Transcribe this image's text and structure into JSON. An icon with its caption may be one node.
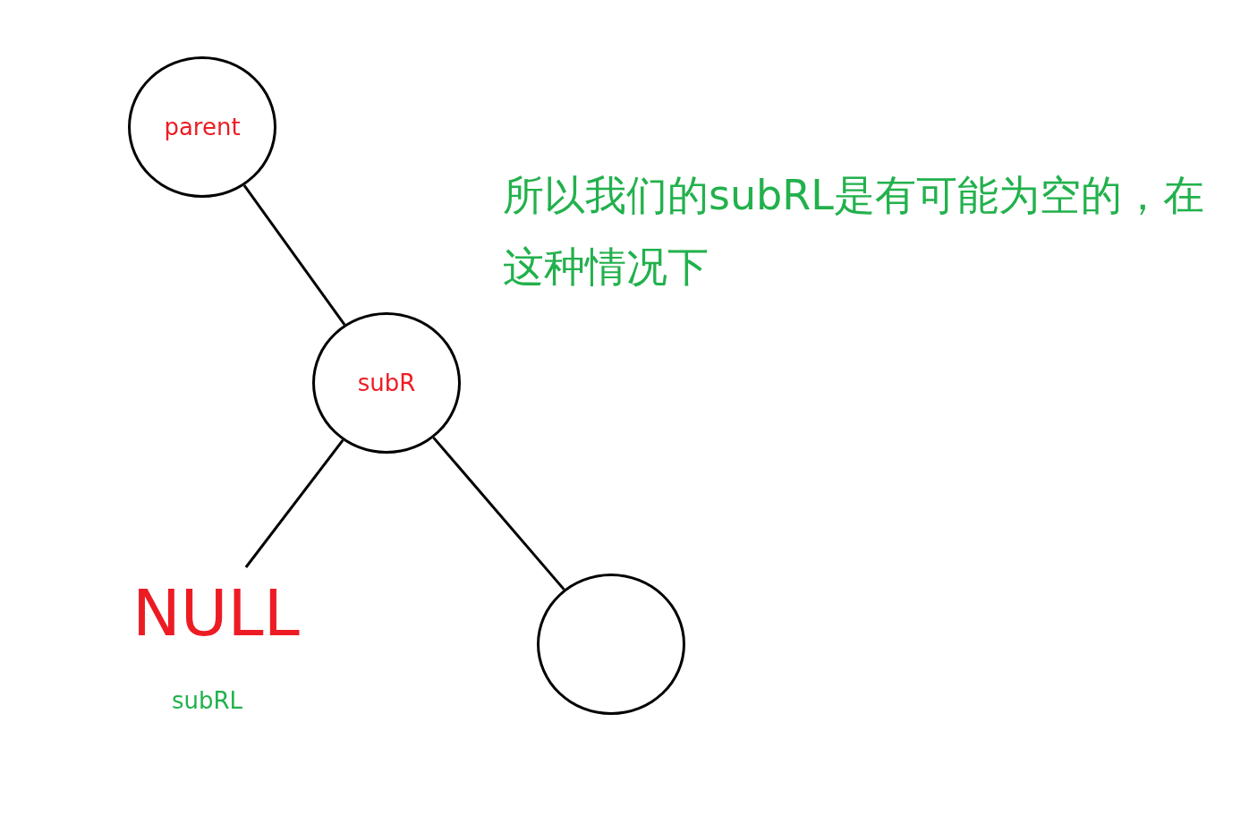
{
  "diagram": {
    "nodes": [
      {
        "text": [
          "parent"
        ]
      },
      {
        "text": [
          "subR"
        ]
      },
      {
        "text": [
          "NULL"
        ],
        "beside": [
          "subRL"
        ]
      },
      {
        "text": [],
        "shape": "circle"
      }
    ],
    "edges": [
      {
        "from": 0,
        "to": 1,
        "arrow": "none"
      },
      {
        "from": 1,
        "to": 2,
        "arrow": "none"
      },
      {
        "from": 1,
        "to": 3,
        "arrow": "none"
      }
    ],
    "labels": [
      "所以我们的subRL是有可能为空的，在这种情况下"
    ]
  }
}
